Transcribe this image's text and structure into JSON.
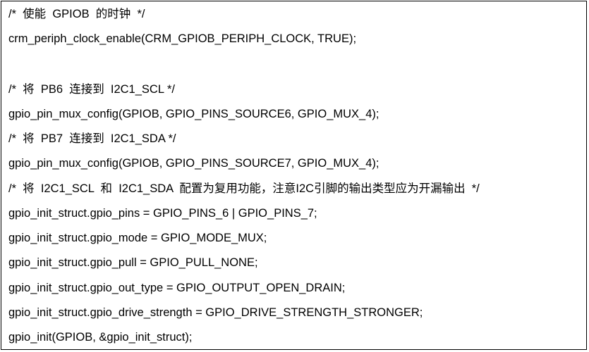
{
  "code": {
    "lines": [
      "/*  使能  GPIOB  的时钟  */",
      "crm_periph_clock_enable(CRM_GPIOB_PERIPH_CLOCK, TRUE);",
      "/*  将  PB6  连接到  I2C1_SCL */",
      "gpio_pin_mux_config(GPIOB, GPIO_PINS_SOURCE6, GPIO_MUX_4);",
      "/*  将  PB7  连接到  I2C1_SDA */",
      "gpio_pin_mux_config(GPIOB, GPIO_PINS_SOURCE7, GPIO_MUX_4);",
      "/*  将  I2C1_SCL  和  I2C1_SDA  配置为复用功能，注意I2C引脚的输出类型应为开漏输出  */",
      "gpio_init_struct.gpio_pins = GPIO_PINS_6 | GPIO_PINS_7;",
      "gpio_init_struct.gpio_mode = GPIO_MODE_MUX;",
      "gpio_init_struct.gpio_pull = GPIO_PULL_NONE;",
      "gpio_init_struct.gpio_out_type = GPIO_OUTPUT_OPEN_DRAIN;",
      "gpio_init_struct.gpio_drive_strength = GPIO_DRIVE_STRENGTH_STRONGER;",
      "gpio_init(GPIOB, &gpio_init_struct);"
    ]
  }
}
